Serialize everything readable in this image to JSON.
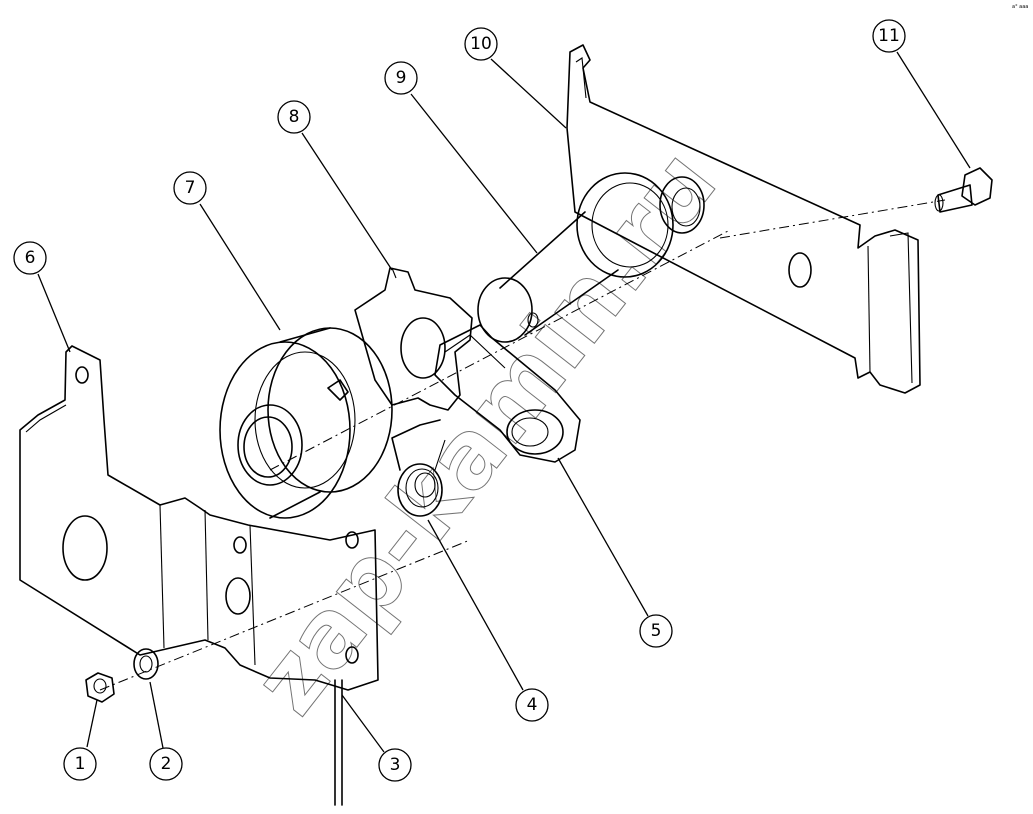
{
  "diagram": {
    "callouts": [
      "1",
      "2",
      "3",
      "4",
      "5",
      "6",
      "7",
      "8",
      "9",
      "10",
      "11"
    ],
    "watermark": "zap-kamin.ru",
    "corner_mark": "a° aaa"
  }
}
